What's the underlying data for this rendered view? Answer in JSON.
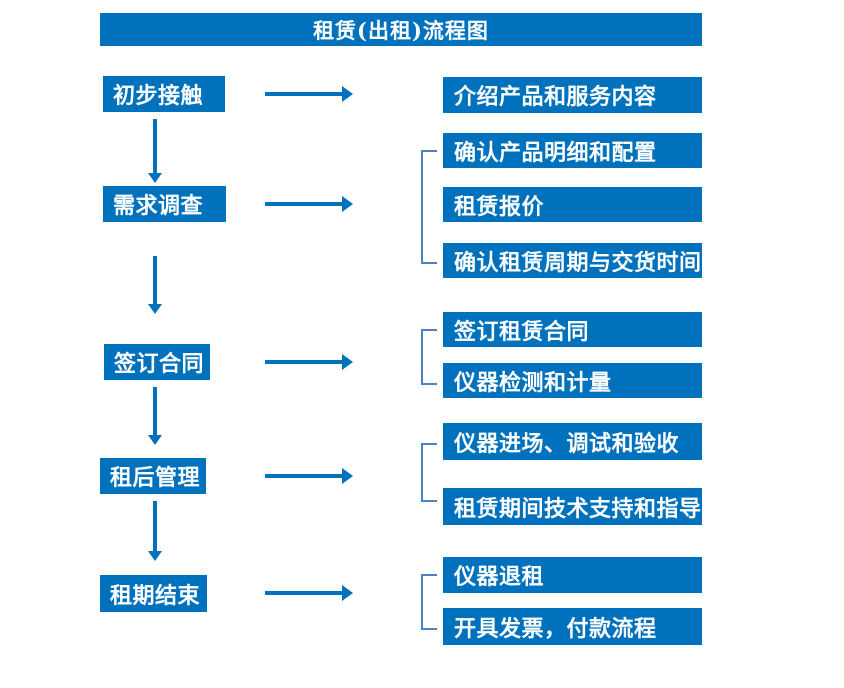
{
  "title": "租赁(出租)流程图",
  "colors": {
    "accent": "#0071bc",
    "bracket_line": "#4f81bd",
    "text": "#ffffff",
    "background": "#ffffff"
  },
  "steps": [
    {
      "label": "初步接触",
      "details": [
        "介绍产品和服务内容"
      ]
    },
    {
      "label": "需求调查",
      "details": [
        "确认产品明细和配置",
        "租赁报价",
        "确认租赁周期与交货时间"
      ]
    },
    {
      "label": "签订合同",
      "details": [
        "签订租赁合同",
        "仪器检测和计量"
      ]
    },
    {
      "label": "租后管理",
      "details": [
        "仪器进场、调试和验收",
        "租赁期间技术支持和指导"
      ]
    },
    {
      "label": "租期结束",
      "details": [
        "仪器退租",
        "开具发票，付款流程"
      ]
    }
  ]
}
